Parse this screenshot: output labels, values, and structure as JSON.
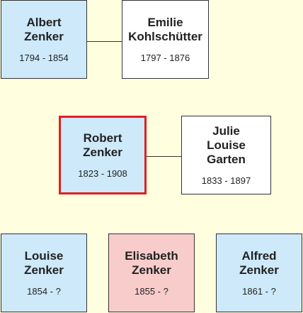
{
  "people": {
    "albert": {
      "name_1": "Albert",
      "name_2": "Zenker",
      "dates": "1794 - 1854"
    },
    "emilie": {
      "name_1": "Emilie",
      "name_2": "Kohlschütter",
      "dates": "1797 - 1876"
    },
    "robert": {
      "name_1": "Robert",
      "name_2": "Zenker",
      "dates": "1823 - 1908"
    },
    "julie": {
      "name_1": "Julie",
      "name_2": "Louise",
      "name_3": "Garten",
      "dates": "1833 - 1897"
    },
    "louise": {
      "name_1": "Louise",
      "name_2": "Zenker",
      "dates": "1854 - ?"
    },
    "elisabeth": {
      "name_1": "Elisabeth",
      "name_2": "Zenker",
      "dates": "1855 - ?"
    },
    "alfred": {
      "name_1": "Alfred",
      "name_2": "Zenker",
      "dates": "1861 - ?"
    }
  },
  "colors": {
    "background": "#ffffe0",
    "male": "#cde9fa",
    "female": "#ffffff",
    "female_child": "#f9cccc",
    "focus_border": "#e02020"
  }
}
